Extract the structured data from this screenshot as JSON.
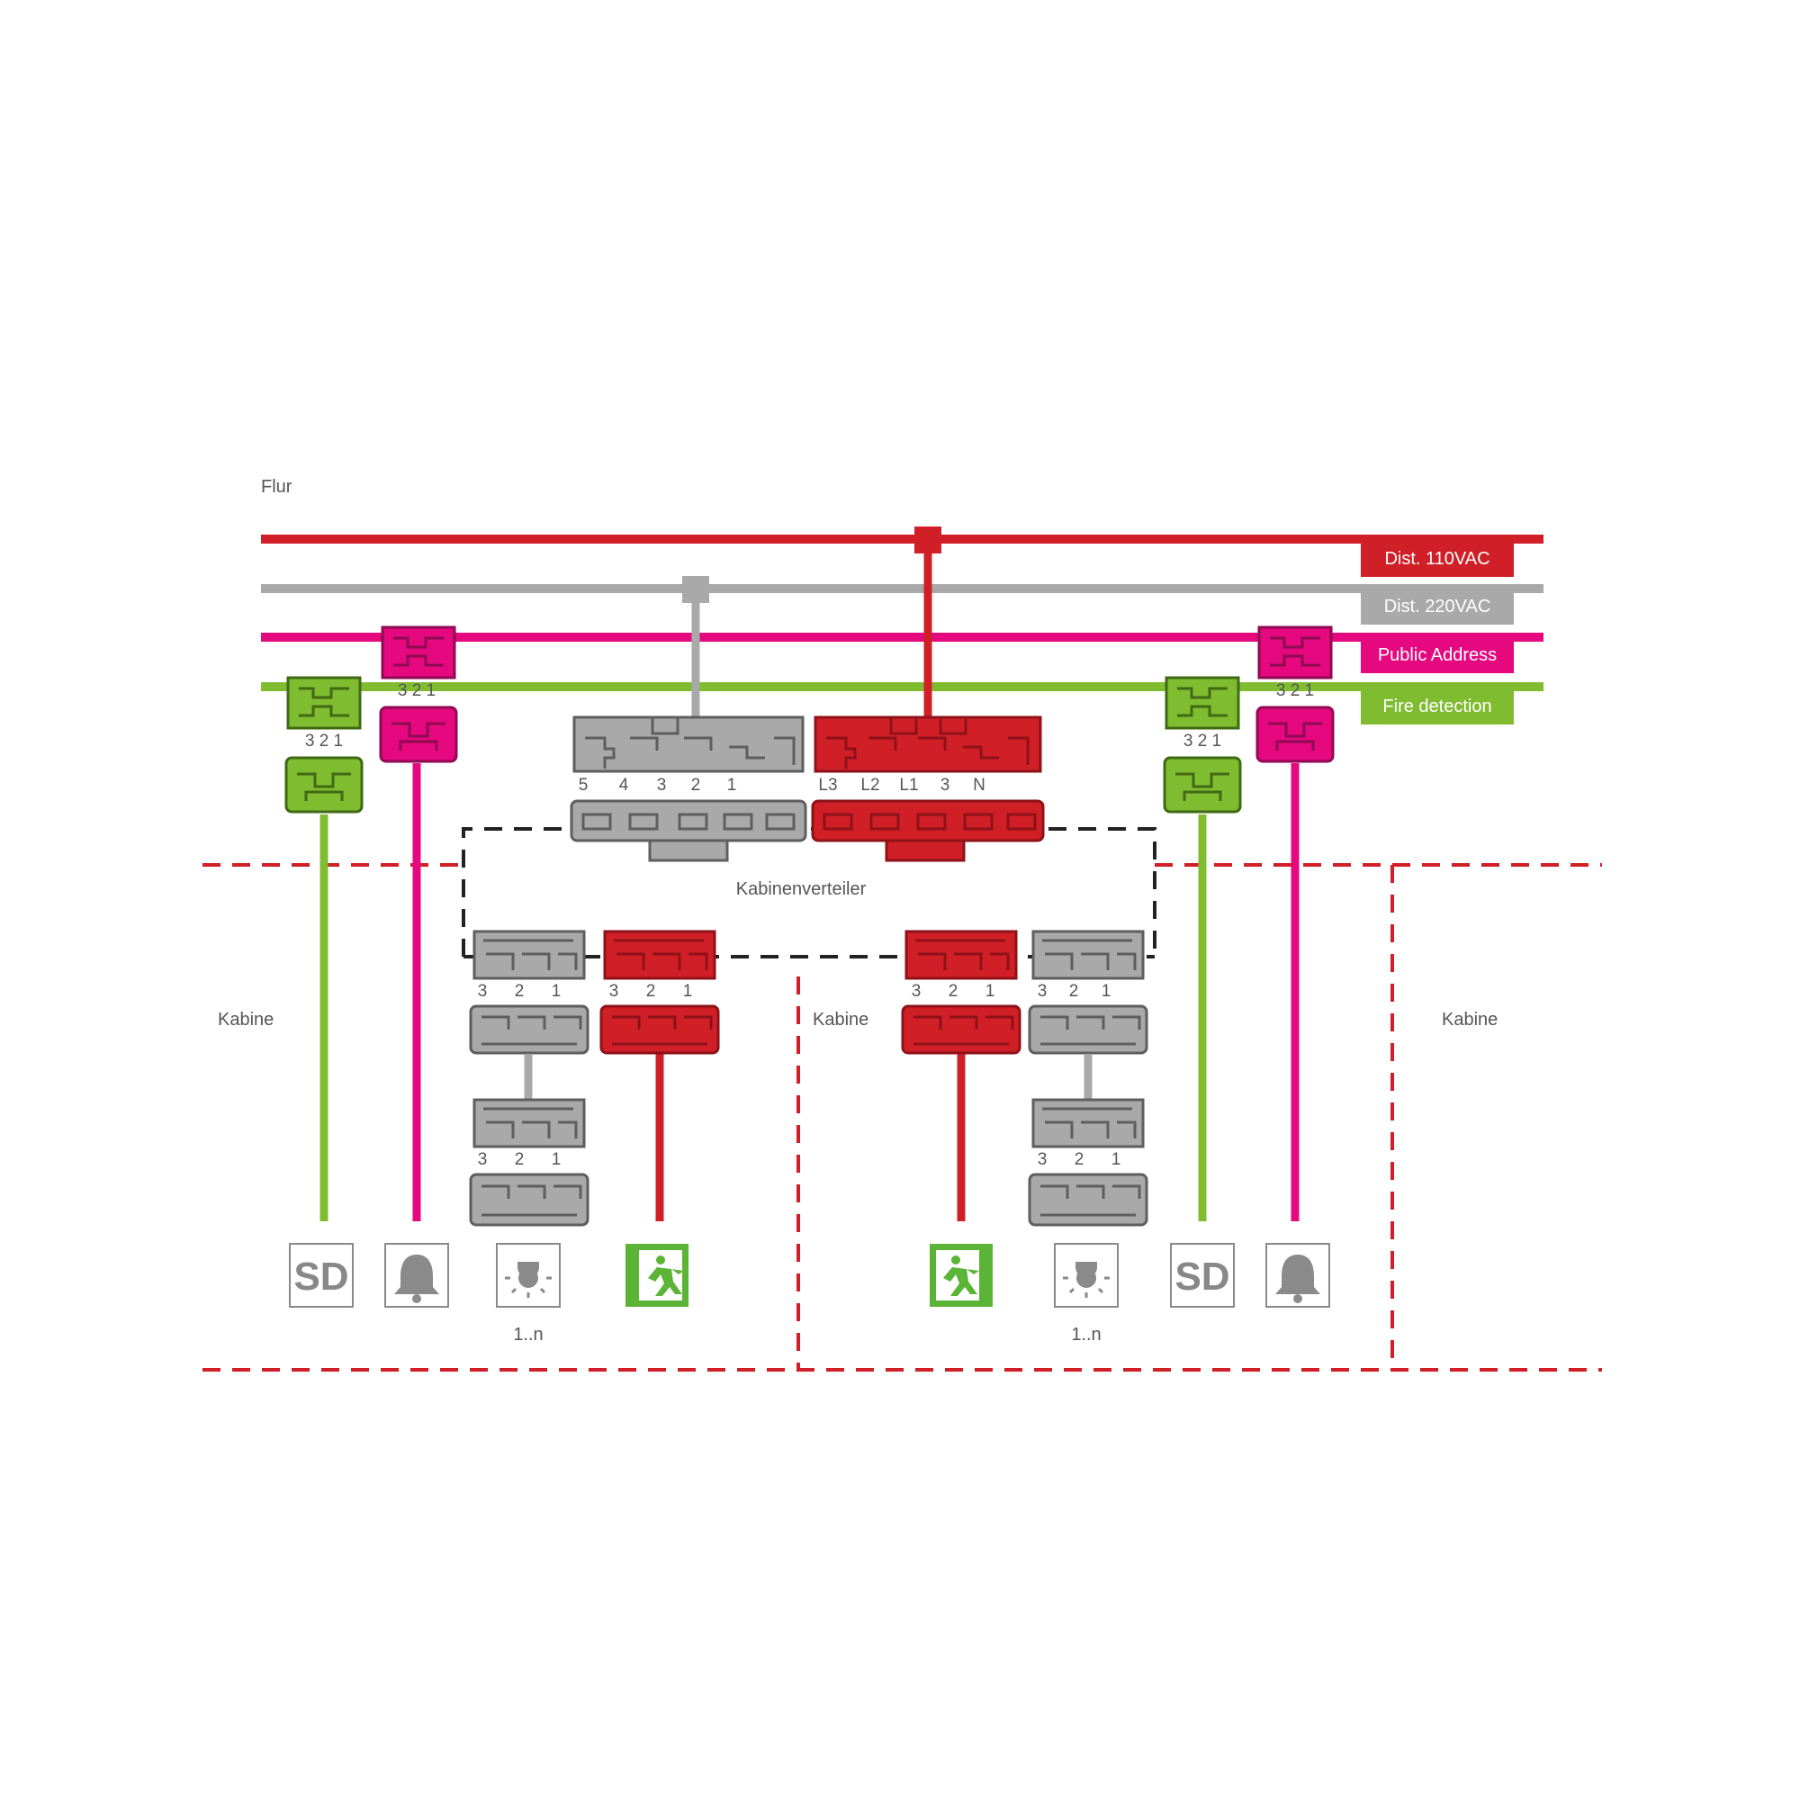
{
  "colors": {
    "red": "#d11f27",
    "red_dark": "#8e1218",
    "gray": "#a9a9a9",
    "gray_dark": "#5e5e5e",
    "magenta": "#e5087e",
    "magenta_dark": "#8f0a52",
    "green": "#80bc30",
    "green_dark": "#3f6a14",
    "exit_green": "#5bb435",
    "dashed_red": "#d11f27",
    "dashed_black": "#222222",
    "icon_gray": "#8a8a8a"
  },
  "labels": {
    "corridor": "Flur",
    "cabin_left": "Kabine",
    "cabin_middle": "Kabine",
    "cabin_right": "Kabine",
    "cabin_distributor": "Kabinenverteiler",
    "quantity_left": "1..n",
    "quantity_right": "1..n"
  },
  "legend": [
    {
      "label": "Dist. 110VAC",
      "color_key": "red"
    },
    {
      "label": "Dist. 220VAC",
      "color_key": "gray"
    },
    {
      "label": "Public Address",
      "color_key": "magenta"
    },
    {
      "label": "Fire detection",
      "color_key": "green"
    }
  ],
  "gray_distributor_pins": [
    "5",
    "4",
    "3",
    "2",
    "1"
  ],
  "red_distributor_pins": [
    "L3",
    "L2",
    "L1",
    "3",
    "N"
  ],
  "pins_321": "3 2 1",
  "pins_3_2_1": [
    "3",
    "2",
    "1"
  ],
  "devices": {
    "smoke_detector_text": "SD",
    "left": [
      "smoke-detector",
      "bell",
      "light",
      "emergency-exit"
    ],
    "right": [
      "emergency-exit",
      "light",
      "smoke-detector",
      "bell"
    ]
  }
}
